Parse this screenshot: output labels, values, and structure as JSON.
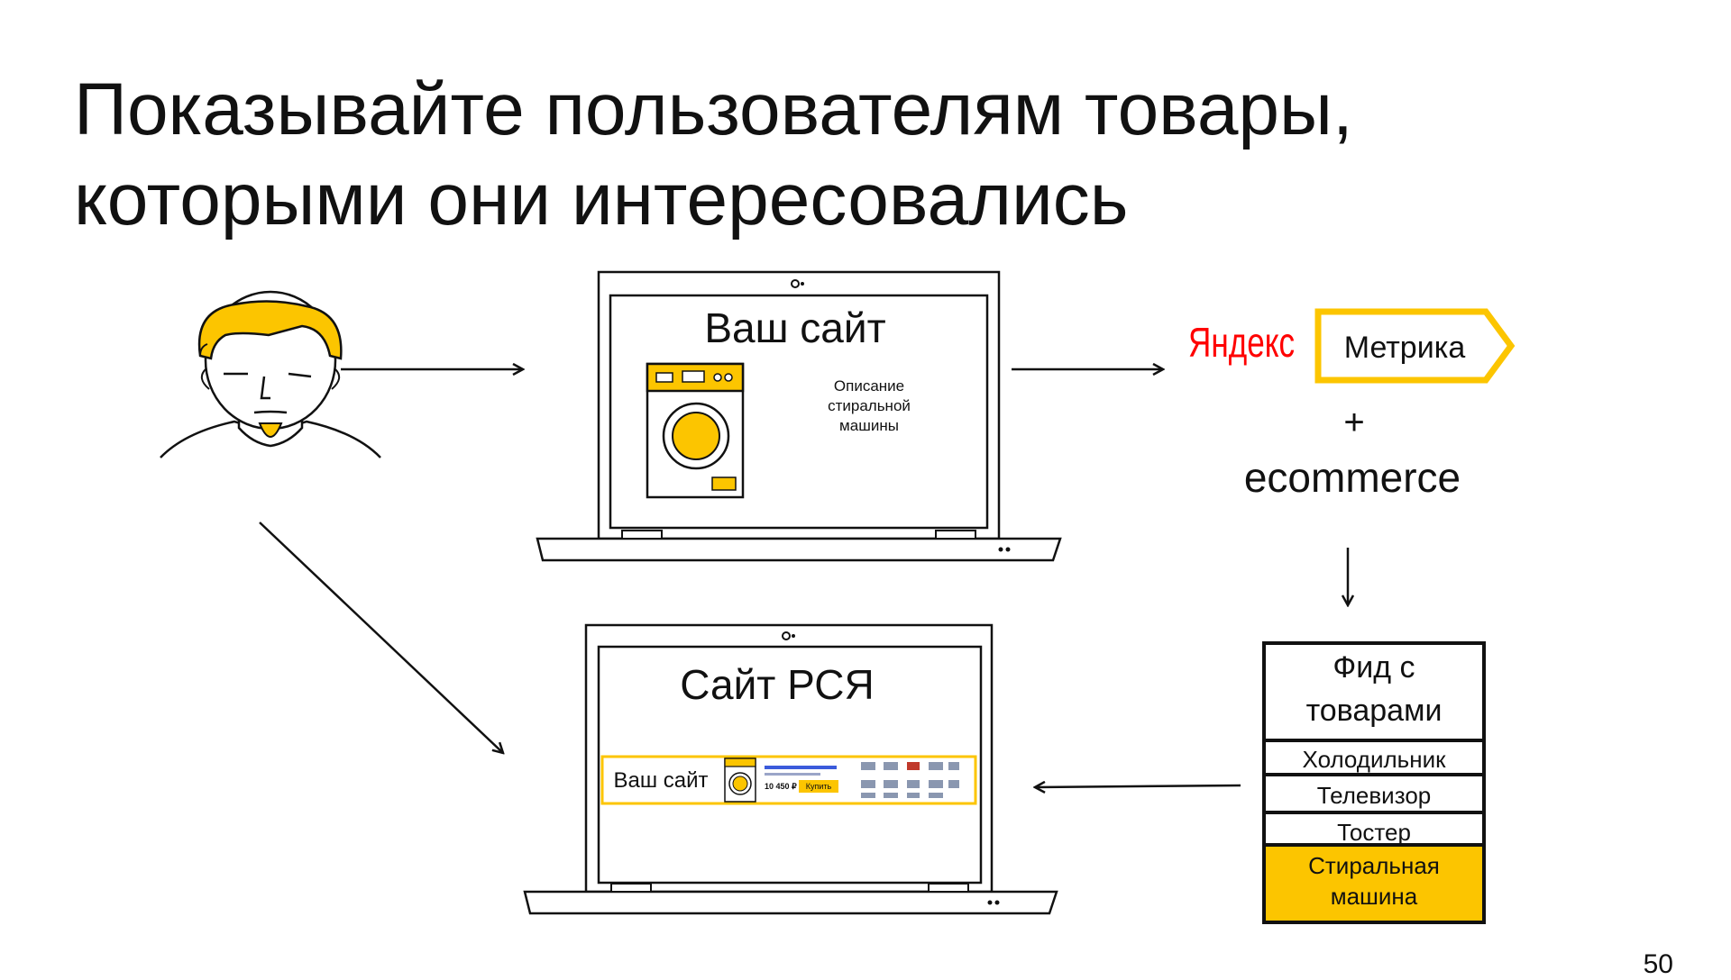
{
  "title": {
    "line1": "Показывайте пользователям товары,",
    "line2": "которыми они интересовались"
  },
  "laptop_top": {
    "screen_title": "Ваш сайт",
    "description": [
      "Описание",
      "стиральной",
      "машины"
    ]
  },
  "laptop_bottom": {
    "screen_title": "Сайт РСЯ",
    "banner": {
      "site_label": "Ваш сайт",
      "price": "10 450 ₽",
      "buy_label": "Купить"
    }
  },
  "metrika": {
    "yandex": "Яндекс",
    "metrika": "Метрика",
    "plus": "+",
    "ecommerce": "ecommerce"
  },
  "feed": {
    "title_line1": "Фид с",
    "title_line2": "товарами",
    "items": [
      "Холодильник",
      "Телевизор",
      "Тостер"
    ],
    "highlight_line1": "Стиральная",
    "highlight_line2": "машина"
  },
  "colors": {
    "accent": "#fcc500",
    "yandex_red": "#ff0000",
    "stroke": "#111111"
  },
  "page_number": "50"
}
